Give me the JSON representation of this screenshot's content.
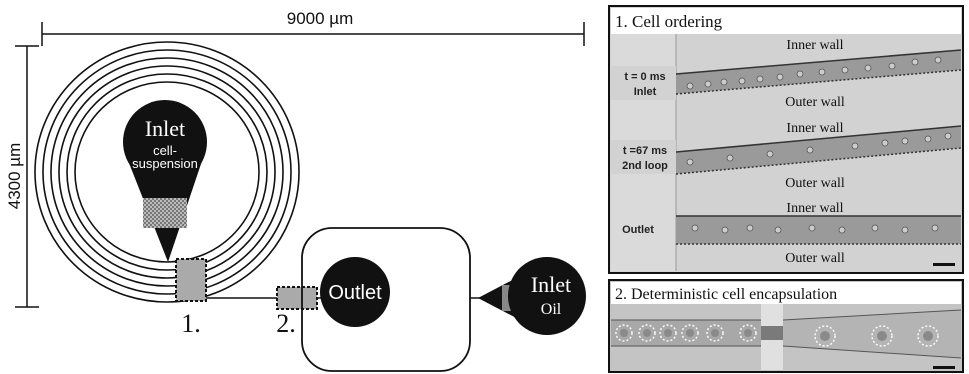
{
  "schematic": {
    "dimensions": {
      "width_label": "9000 µm",
      "height_label": "4300 µm"
    },
    "inlet_cells": {
      "title": "Inlet",
      "subtitle_line1": "cell-",
      "subtitle_line2": "suspension"
    },
    "outlet": {
      "label": "Outlet"
    },
    "inlet_oil": {
      "title": "Inlet",
      "subtitle": "Oil"
    },
    "markers": {
      "first": "1.",
      "second": "2."
    }
  },
  "panel_ordering": {
    "title": "1. Cell ordering",
    "strips": [
      {
        "label_line1": "t = 0 ms",
        "label_line2": "Inlet",
        "inner": "Inner wall",
        "outer": "Outer wall"
      },
      {
        "label_line1": "t =67 ms",
        "label_line2": "2nd loop",
        "inner": "Inner wall",
        "outer": "Outer wall"
      },
      {
        "label_line1": "Outlet",
        "label_line2": "",
        "inner": "Inner wall",
        "outer": "Outer wall"
      }
    ]
  },
  "panel_encapsulation": {
    "title": "2. Deterministic cell encapsulation"
  },
  "colors": {
    "ink": "#111111",
    "channel_fill": "#9a9a9a",
    "photo_bg": "#c8c8c8",
    "photo_light": "#e2e2e2"
  }
}
